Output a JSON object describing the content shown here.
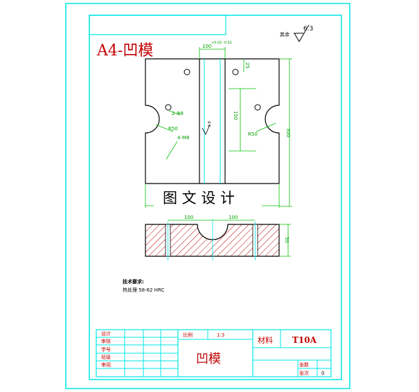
{
  "sheet": {
    "title_overlay": "A4-凹模",
    "watermark": "图 文 设 计",
    "surface_finish": {
      "label": "其余",
      "value": "6.3"
    }
  },
  "dimensions": {
    "top_width": "100",
    "top_width_tol": "+0.02 -0.01",
    "right_height": "300",
    "hole_from_edge": "25",
    "slot_depth": "150",
    "radius_left": "R50",
    "radius_right": "R50",
    "holes_2": "2-Φ8",
    "holes_4": "4-M8",
    "roughness_slot": "0.8",
    "bottom_left": "100",
    "bottom_right": "100",
    "side_height": "50"
  },
  "notes": {
    "heading": "技术要求:",
    "line1": "热处理 58-62 HRC"
  },
  "title_block": {
    "labels_left": [
      "设计",
      "审核",
      "学号",
      "班级",
      "审阅"
    ],
    "scale_label": "比例",
    "scale_value": "1:3",
    "part_name": "凹模",
    "material_label": "材料",
    "material_value": "T10A",
    "sheet_count_label": "张数",
    "sheet_no_label": "张次",
    "sheet_no_value": "0"
  },
  "colors": {
    "border": "#00e5e5",
    "dimension": "#00c000",
    "title_red": "#c00000",
    "hatch": "#c00000",
    "outline": "#000000"
  }
}
